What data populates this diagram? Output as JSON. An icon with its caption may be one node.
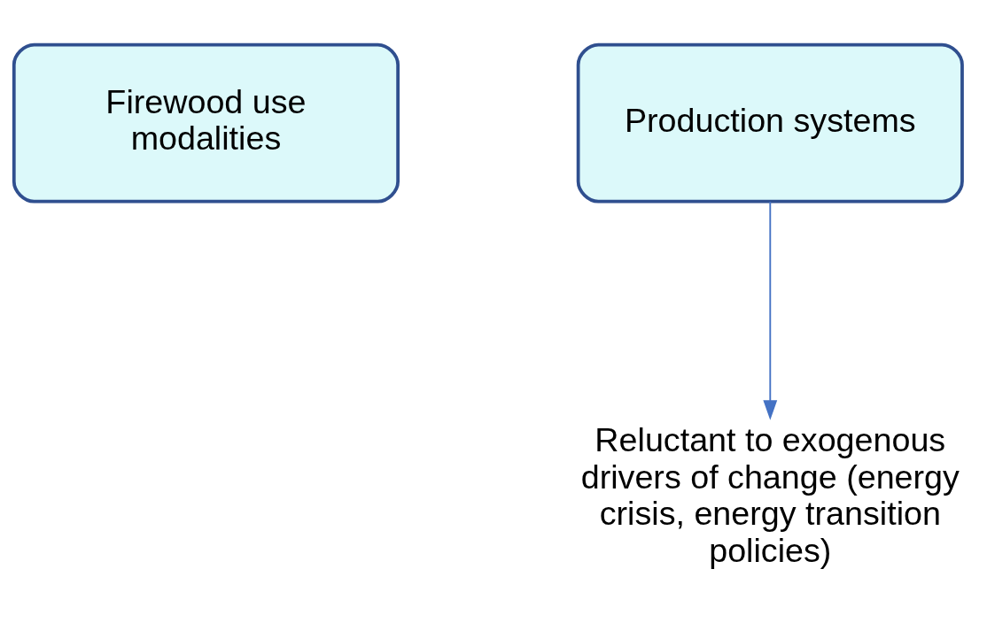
{
  "diagram": {
    "nodes": [
      {
        "text": [
          "Firewood use modalities"
        ]
      },
      {
        "text": [
          "Production systems"
        ]
      },
      {
        "text": [
          "Reluctant to exogenous drivers of change (energy crisis, energy transition policies)"
        ]
      }
    ],
    "edges": [
      {
        "from": 1,
        "to": 2,
        "arrow": "to",
        "color": "#4472c4"
      }
    ]
  }
}
